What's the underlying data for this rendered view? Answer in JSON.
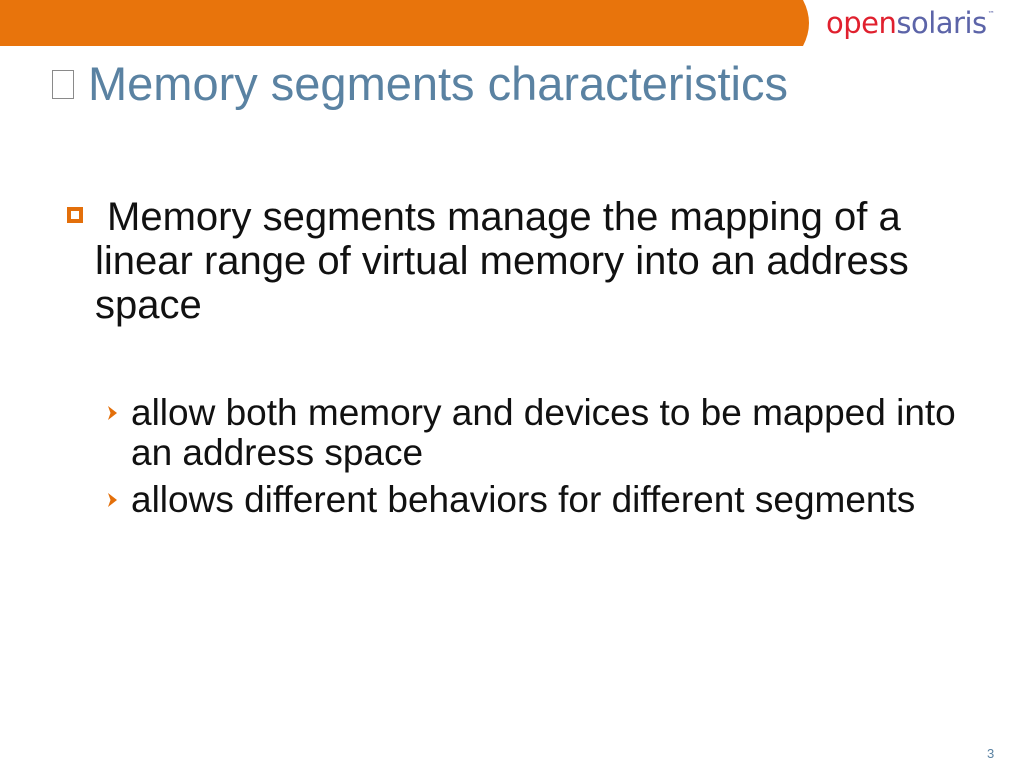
{
  "header": {
    "bar_color": "#e8740c",
    "logo_part1": "open",
    "logo_part2": "solaris",
    "logo_trademark": "™",
    "logo_color_1": "#e0202e",
    "logo_color_2": "#5c64a8"
  },
  "slide": {
    "title": "Memory segments characteristics",
    "bullets": [
      {
        "icon": "hollow-square-bullet-icon",
        "text": "Memory segments manage the mapping of a linear range of virtual memory into an address space"
      }
    ],
    "sub_bullets": [
      {
        "icon": "chevron-right-icon",
        "text": "allow both memory and devices to be mapped into an address space"
      },
      {
        "icon": "chevron-right-icon",
        "text": "allows different behaviors for different segments"
      }
    ],
    "page_number": "3"
  }
}
